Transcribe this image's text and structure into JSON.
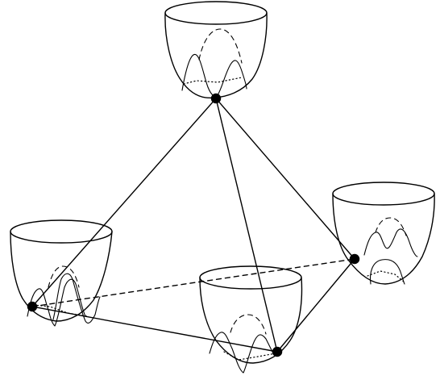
{
  "diagram": {
    "description_free": true,
    "nodes": [
      {
        "id": "top",
        "label": ""
      },
      {
        "id": "right",
        "label": ""
      },
      {
        "id": "left",
        "label": ""
      },
      {
        "id": "bottom",
        "label": ""
      }
    ],
    "edges": [
      {
        "from": "top",
        "to": "left",
        "style": "solid"
      },
      {
        "from": "top",
        "to": "right",
        "style": "solid"
      },
      {
        "from": "top",
        "to": "bottom",
        "style": "solid"
      },
      {
        "from": "left",
        "to": "bottom",
        "style": "solid"
      },
      {
        "from": "bottom",
        "to": "right",
        "style": "solid"
      },
      {
        "from": "left",
        "to": "right",
        "style": "dashed"
      }
    ],
    "colors": {
      "ink": "#000000",
      "background": "#ffffff"
    }
  }
}
